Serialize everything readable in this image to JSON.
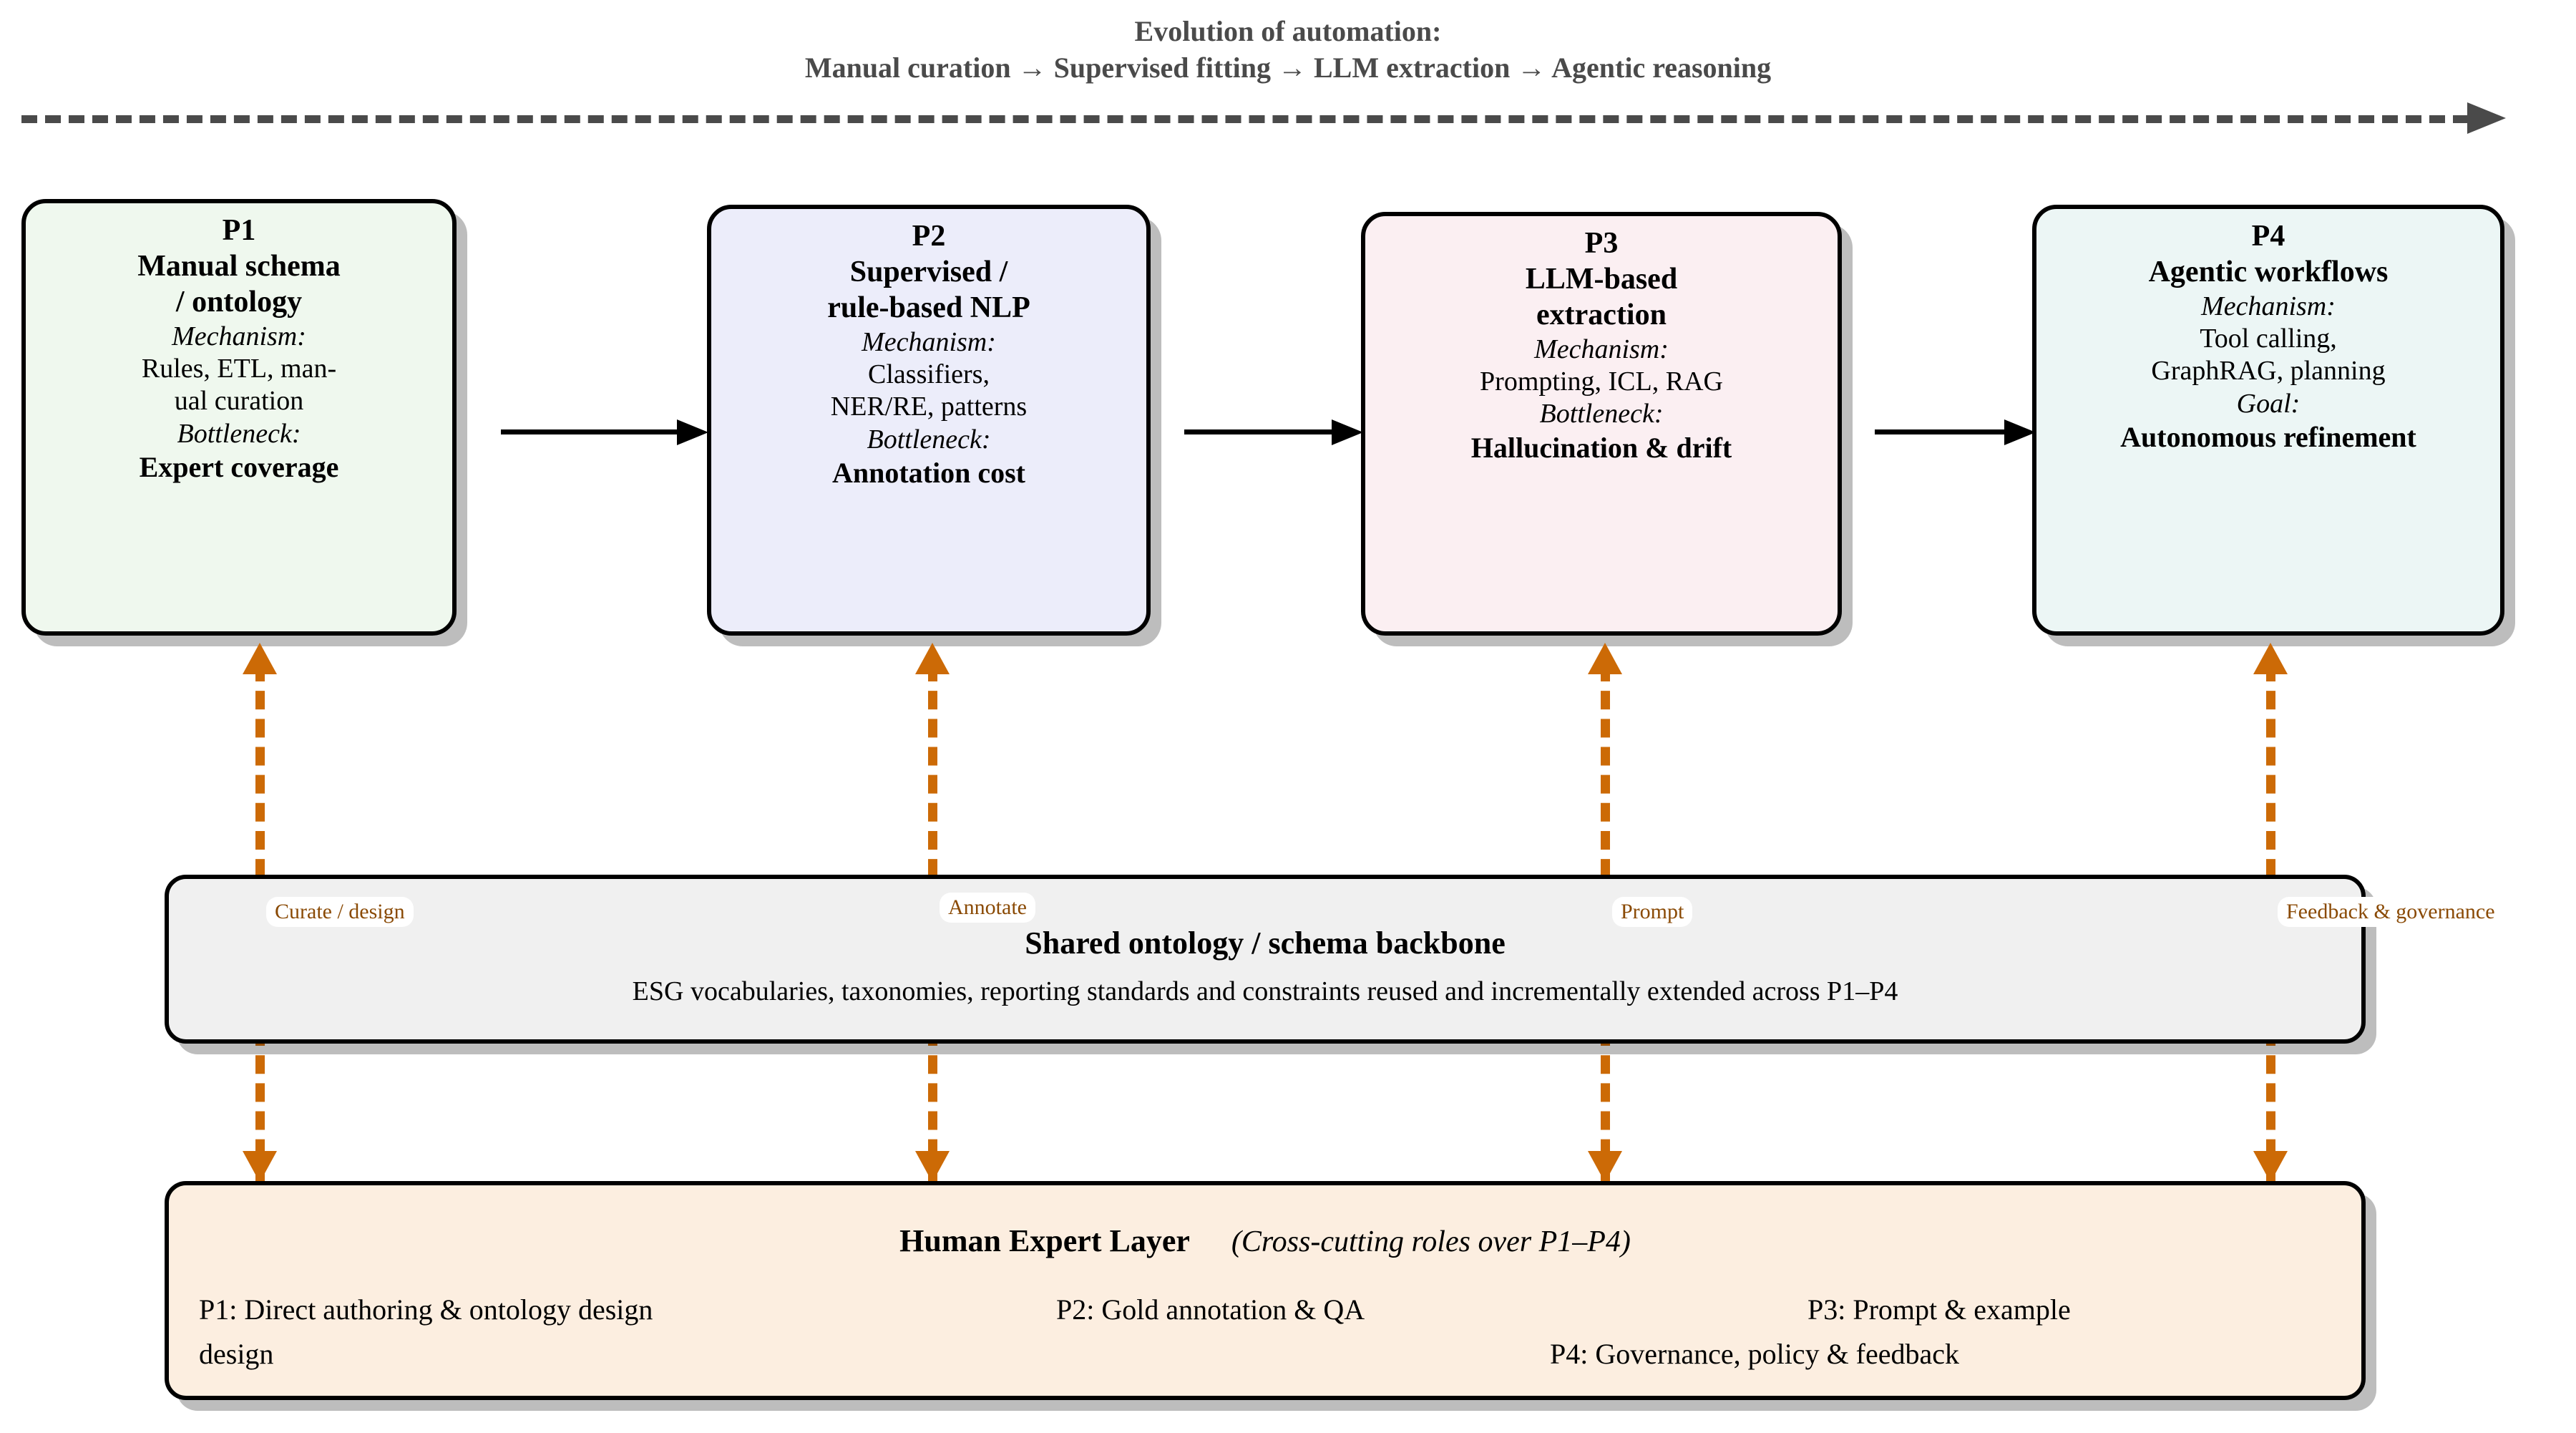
{
  "header": {
    "line1": "Evolution of automation:",
    "line2": "Manual curation → Supervised fitting → LLM extraction → Agentic reasoning"
  },
  "phases": [
    {
      "id": "P1",
      "title": "Manual schema / ontology",
      "title_line1": "Manual schema",
      "title_line2": "/ ontology",
      "mechanism_label": "Mechanism:",
      "mechanism_line1": "Rules, ETL, man-",
      "mechanism_line2": "ual curation",
      "bottleneck_label": "Bottleneck:",
      "bottleneck_value": "Expert coverage",
      "fill": "#eff8ee"
    },
    {
      "id": "P2",
      "title": "Supervised / rule-based NLP",
      "title_line1": "Supervised /",
      "title_line2": "rule-based NLP",
      "mechanism_label": "Mechanism:",
      "mechanism_line1": "Classifiers,",
      "mechanism_line2": "NER/RE, patterns",
      "bottleneck_label": "Bottleneck:",
      "bottleneck_value": "Annotation cost",
      "fill": "#ecedfa"
    },
    {
      "id": "P3",
      "title": "LLM-based extraction",
      "title_line1": "LLM-based",
      "title_line2": "extraction",
      "mechanism_label": "Mechanism:",
      "mechanism_line1": "Prompting, ICL, RAG",
      "mechanism_line2": "",
      "bottleneck_label": "Bottleneck:",
      "bottleneck_value": "Hallucination & drift",
      "fill": "#fbeff2"
    },
    {
      "id": "P4",
      "title": "Agentic workflows",
      "title_line1": "Agentic workflows",
      "title_line2": "",
      "mechanism_label": "Mechanism:",
      "mechanism_line1": "Tool calling,",
      "mechanism_line2": "GraphRAG, planning",
      "bottleneck_label": "Goal:",
      "bottleneck_value": "Autonomous refinement",
      "fill": "#ecf6f5"
    }
  ],
  "ontology_band": {
    "title": "Shared ontology / schema backbone",
    "subtitle": "ESG vocabularies, taxonomies, reporting standards and constraints reused and incrementally extended across P1–P4",
    "fill": "#f0f0f0"
  },
  "human_layer": {
    "title": "Human Expert Layer",
    "subtitle": "(Cross-cutting roles over P1–P4)",
    "fill": "#fceee0",
    "roles": [
      "P1:  Direct authoring & ontology design",
      "design",
      "P2:  Gold annotation & QA",
      "P3:  Prompt & example",
      "P4:  Governance, policy & feedback"
    ]
  },
  "edge_labels": {
    "curate": "Curate / design",
    "annotate": "Annotate",
    "prompt": "Prompt",
    "feedback": "Feedback & governance",
    "color": "#8a4a05"
  },
  "colors": {
    "feedback_arrow": "#cc6a06",
    "timeline": "#4a4a4a",
    "connector": "#000000"
  }
}
